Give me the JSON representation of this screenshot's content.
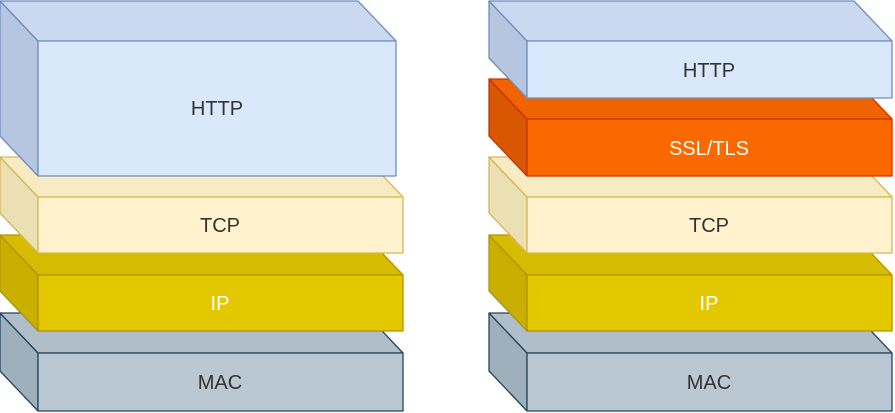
{
  "stacks": [
    {
      "id": "http",
      "layers": [
        {
          "label": "HTTP",
          "key": "http"
        },
        {
          "label": "TCP",
          "key": "tcp"
        },
        {
          "label": "IP",
          "key": "ip"
        },
        {
          "label": "MAC",
          "key": "mac"
        }
      ]
    },
    {
      "id": "https",
      "layers": [
        {
          "label": "HTTP",
          "key": "http"
        },
        {
          "label": "SSL/TLS",
          "key": "ssl"
        },
        {
          "label": "TCP",
          "key": "tcp"
        },
        {
          "label": "IP",
          "key": "ip"
        },
        {
          "label": "MAC",
          "key": "mac"
        }
      ]
    }
  ],
  "colors": {
    "http": {
      "front": "#dae8fc",
      "top": "#cad8f0",
      "side": "#b6c6e0",
      "stroke": "#6c8ebf",
      "text": "#333333"
    },
    "ssl": {
      "front": "#fa6800",
      "top": "#ef6300",
      "side": "#d95700",
      "stroke": "#c73500",
      "text": "#ffffff"
    },
    "tcp": {
      "front": "#fff2cc",
      "top": "#f7ebc4",
      "side": "#ebdfb4",
      "stroke": "#d6b656",
      "text": "#333333"
    },
    "ip": {
      "front": "#e3c800",
      "top": "#d6bc00",
      "side": "#c8af00",
      "stroke": "#b09500",
      "text": "#ffffff"
    },
    "mac": {
      "front": "#bac8d3",
      "top": "#b0bec9",
      "side": "#9fb0bd",
      "stroke": "#23445d",
      "text": "#333333"
    }
  }
}
